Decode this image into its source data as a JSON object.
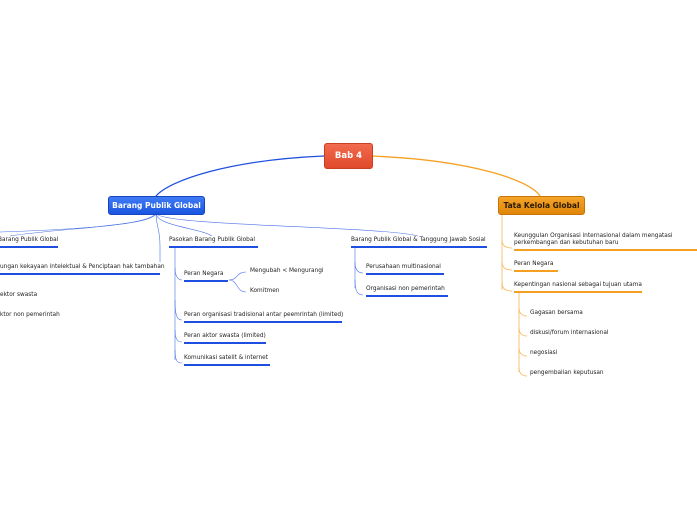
{
  "root": {
    "label": "Bab 4"
  },
  "left_branch": {
    "label": "Barang Publik Global",
    "children": [
      {
        "label": "Barang Publik Global"
      },
      {
        "label": "ungan kekayaan intelektual & Penciptaan hak tambahan"
      },
      {
        "label": "ektor swasta"
      },
      {
        "label": "ktor non pemerintah"
      }
    ],
    "pasokan": {
      "label": "Pasokan Barang Publik Global",
      "peran_negara": "Peran Negara",
      "mengubah": "Mengubah < Mengurangi",
      "komitmen": "Komitmen",
      "organisasi": "Peran organisasi tradisional antar peemrintah (limited)",
      "aktor_swasta": "Peran aktor swasta (limited)",
      "komunikasi": "Komunikasi satelit & internet"
    },
    "tanggung_jawab": {
      "label": "Barang Publik Global & Tanggung Jawab Sosial",
      "perusahaan": "Perusahaan multinasional",
      "organisasi_np": "Organisasi non pemerintah"
    }
  },
  "right_branch": {
    "label": "Tata Kelola Global",
    "keunggulan": "Keunggulan Organisasi internasional dalam mengatasi perkembangan dan kebutuhan baru",
    "peran_negara": "Peran Negara",
    "kepentingan": "Kepentingan nasional sebagai tujuan utama",
    "sub": [
      "Gagasan bersama",
      "diskusi/forum internasional",
      "negosiasi",
      "pengembalian keputusan"
    ]
  },
  "colors": {
    "root": "#e8533a",
    "left": "#1f4fe0",
    "right": "#f5a020"
  }
}
